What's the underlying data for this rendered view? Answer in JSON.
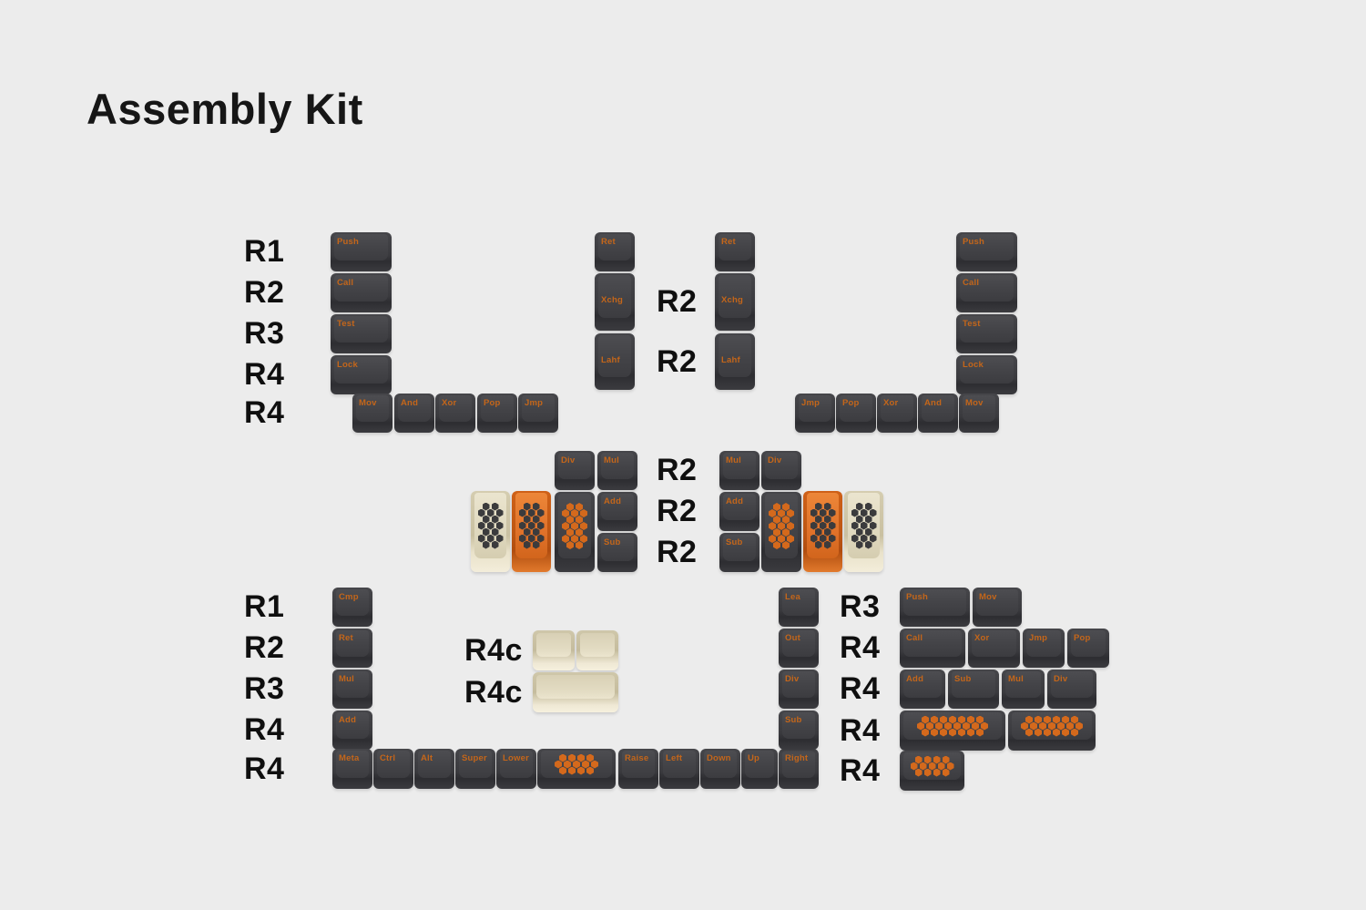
{
  "title": "Assembly Kit",
  "colors": {
    "background": "#ececec",
    "keycap_dark": "#3b3b3f",
    "keycap_orange": "#e0722a",
    "keycap_beige": "#e5dfc8",
    "legend_orange": "#c4661a",
    "honeycomb_dot_orange": "#d4691c",
    "honeycomb_dot_dark": "#3b3b3d",
    "label_text": "#0f0f0f"
  },
  "top_left": {
    "row_labels": [
      "R1",
      "R2",
      "R3",
      "R4",
      "R4"
    ],
    "column_keys": [
      "Push",
      "Call",
      "Test",
      "Lock"
    ],
    "bottom_row_keys": [
      "Mov",
      "And",
      "Xor",
      "Pop",
      "Jmp"
    ]
  },
  "top_center": {
    "left_column": [
      "Ret",
      "Xchg",
      "Lahf"
    ],
    "row_labels": [
      "R2",
      "R2"
    ],
    "right_column": [
      "Ret",
      "Xchg",
      "Lahf"
    ]
  },
  "top_right": {
    "column_keys": [
      "Push",
      "Call",
      "Test",
      "Lock"
    ],
    "bottom_row_keys": [
      "Jmp",
      "Pop",
      "Xor",
      "And",
      "Mov"
    ]
  },
  "middle": {
    "left_cluster": [
      "Div",
      "Mul",
      "Add",
      "Sub"
    ],
    "row_labels": [
      "R2",
      "R2",
      "R2"
    ],
    "right_cluster": [
      "Mul",
      "Div",
      "Add",
      "Sub"
    ]
  },
  "bottom_left": {
    "row_labels": [
      "R1",
      "R2",
      "R3",
      "R4",
      "R4"
    ],
    "column_keys": [
      "Cmp",
      "Ret",
      "Mul",
      "Add"
    ],
    "right_column_keys": [
      "Lea",
      "Out",
      "Div",
      "Sub"
    ],
    "bottom_row_keys": [
      "Meta",
      "Ctrl",
      "Alt",
      "Super",
      "Lower",
      "Raise",
      "Left",
      "Down",
      "Up",
      "Right"
    ]
  },
  "r4c": {
    "labels": [
      "R4c",
      "R4c"
    ]
  },
  "bottom_right": {
    "row_labels": [
      "R3",
      "R4",
      "R4",
      "R4",
      "R4"
    ],
    "row1": [
      "Push",
      "Mov"
    ],
    "row2": [
      "Call",
      "Xor",
      "Jmp",
      "Pop"
    ],
    "row3": [
      "Add",
      "Sub",
      "Mul",
      "Div"
    ]
  }
}
